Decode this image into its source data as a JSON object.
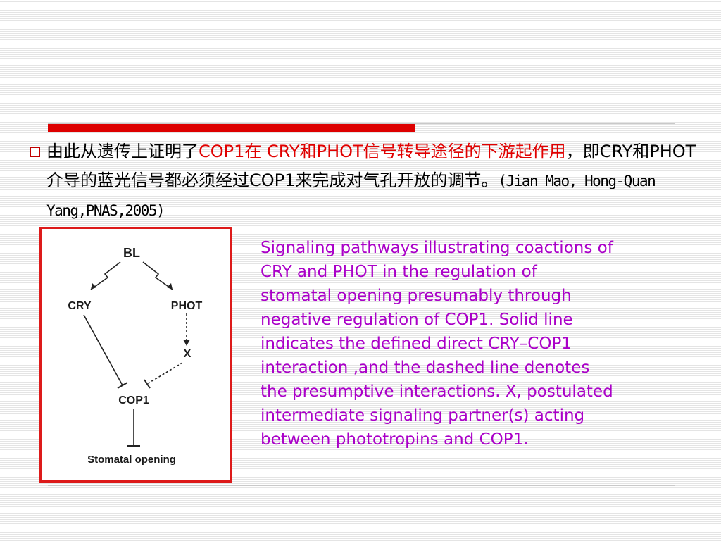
{
  "bullet": {
    "seg1": "由此从遗传上证明了",
    "cop1": "COP1",
    "seg2": "在 ",
    "cry": "CRY",
    "he": "和",
    "phot": "PHOT",
    "seg3": "信号转导途径的下游起作用",
    "seg4": "，即",
    "cry2": "CRY",
    "he2": "和",
    "phot2": "PHOT",
    "seg5": "介导的蓝光信号都必须经过",
    "cop1b": "COP1",
    "seg6": "来完成对气孔开放的调节。",
    "citation": "(Jian Mao, Hong-Quan Yang,PNAS,2005)"
  },
  "diagram": {
    "bl": "BL",
    "cry": "CRY",
    "phot": "PHOT",
    "x": "X",
    "cop1": "COP1",
    "stomatal": "Stomatal opening"
  },
  "caption": {
    "lines": [
      "Signaling pathways illustrating coactions of",
      "CRY and PHOT in the regulation of",
      "stomatal opening presumably through",
      "negative regulation of COP1. Solid line",
      "indicates the defined direct CRY–COP1",
      "interaction ,and the dashed line denotes",
      "the presumptive interactions. X, postulated",
      "intermediate signaling partner(s) acting",
      "between phototropins and COP1."
    ]
  },
  "colors": {
    "accent_red": "#dd0000",
    "caption_purple": "#aa00c8"
  },
  "icons": {
    "bullet": "hollow-square-bullet-icon"
  }
}
